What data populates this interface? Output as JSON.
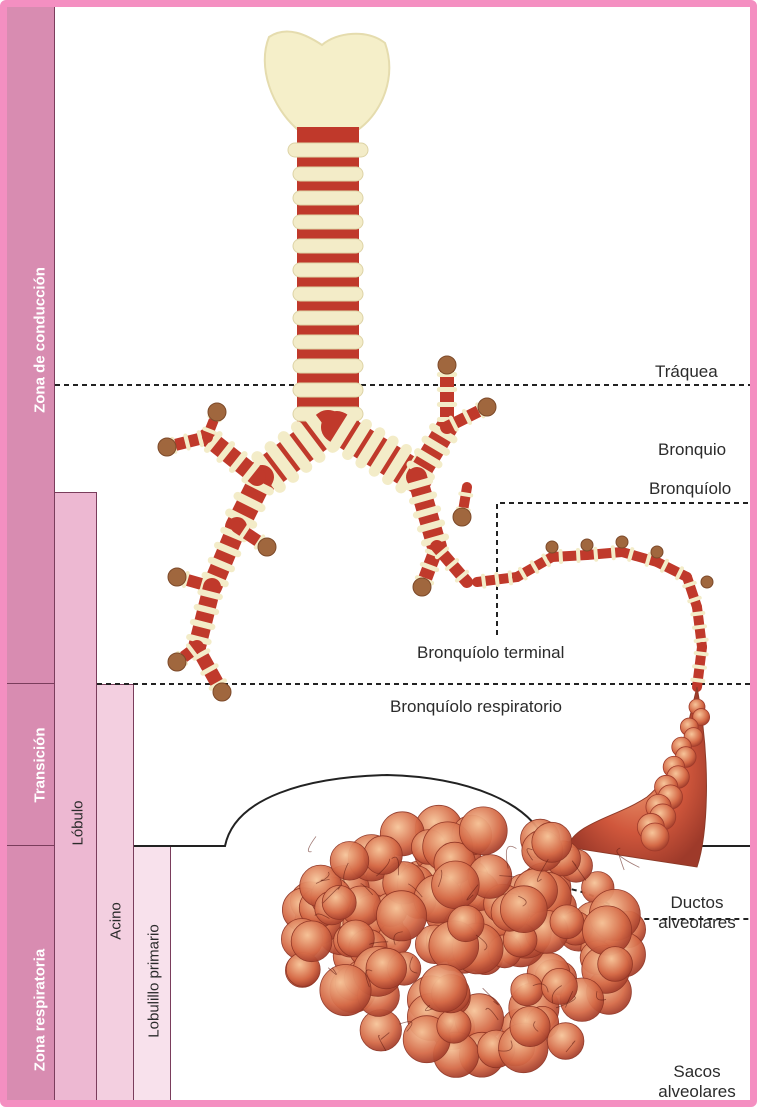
{
  "zones": {
    "conduction": "Zona de conducción",
    "transition": "Transición",
    "respiratory": "Zona respiratoria"
  },
  "subdivisions": {
    "lobule": "Lóbulo",
    "acinus": "Acino",
    "primary_lobule": "Lobulillo primario"
  },
  "structures": {
    "trachea": "Tráquea",
    "bronchus": "Bronquio",
    "bronchiole": "Bronquíolo",
    "terminal_bronchiole": "Bronquíolo terminal",
    "respiratory_bronchiole": "Bronquíolo respiratorio",
    "alveolar_ducts_line1": "Ductos",
    "alveolar_ducts_line2": "alveolares",
    "alveolar_sacs_line1": "Sacos",
    "alveolar_sacs_line2": "alveolares"
  },
  "colors": {
    "frame_border": "#f48fc1",
    "zone_bar": "#d88cb1",
    "lobule_bar": "#edb8d2",
    "acinus_bar": "#f3cfe0",
    "primary_lobule_bar": "#f8e1ec",
    "cartilage": "#f3ecc8",
    "tissue_red": "#c0392b",
    "alveoli": "#d9694a"
  }
}
